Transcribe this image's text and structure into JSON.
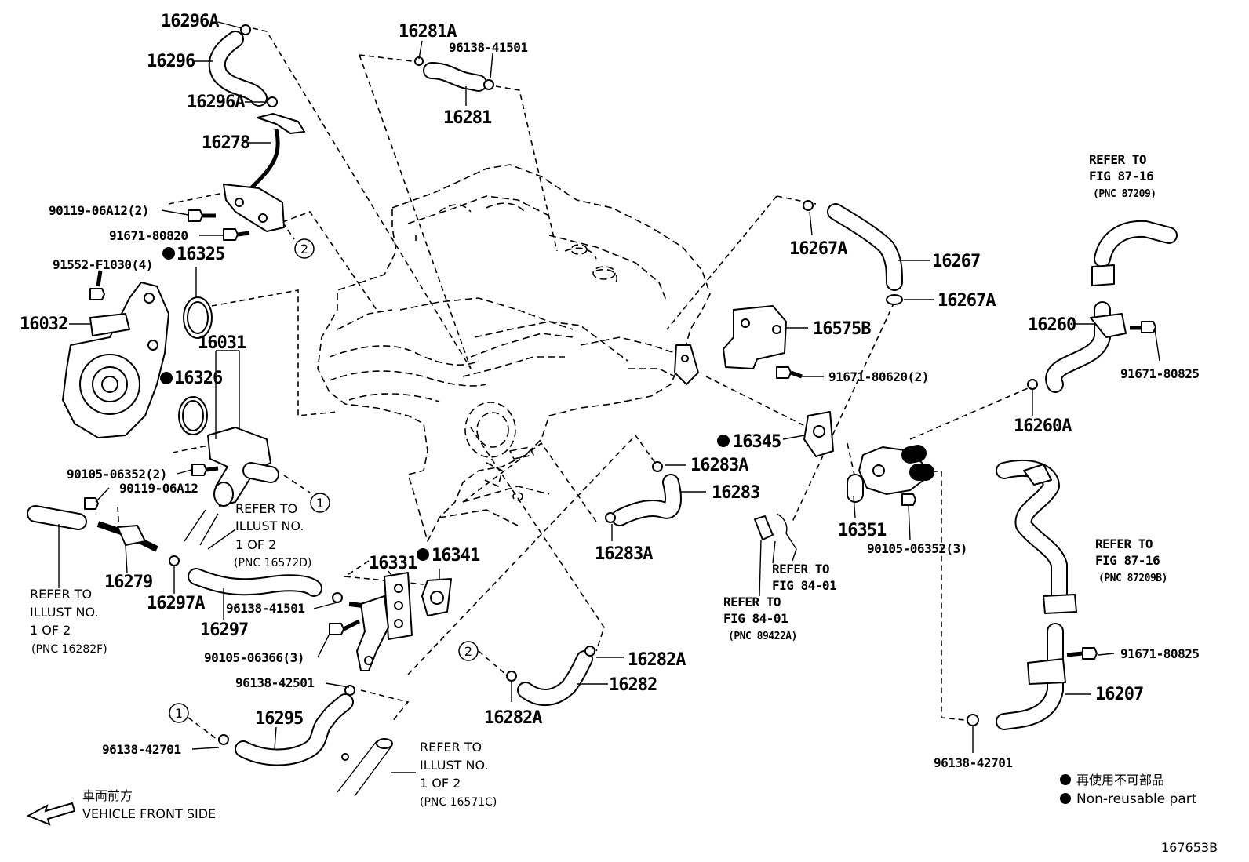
{
  "labels": {
    "p16296A_top": "16296A",
    "p16296": "16296",
    "p16296A_bot": "16296A",
    "p16278": "16278",
    "p90119_06A12_2": "90119-06A12(2)",
    "p91671_80820": "91671-80820",
    "p16325": "16325",
    "p91552": "91552-F1030(4)",
    "p16032": "16032",
    "p16031": "16031",
    "p16326": "16326",
    "p90105_06352_2": "90105-06352(2)",
    "p90119_06A12": "90119-06A12",
    "p16279": "16279",
    "p16297A": "16297A",
    "p16297": "16297",
    "p96138_41501_l": "96138-41501",
    "p90105_06366": "90105-06366(3)",
    "p96138_42501": "96138-42501",
    "p16331": "16331",
    "p16341": "16341",
    "p16295": "16295",
    "p96138_42701_l": "96138-42701",
    "p16281A": "16281A",
    "p96138_41501_t": "96138-41501",
    "p16281": "16281",
    "p16283A_t": "16283A",
    "p16283": "16283",
    "p16283A_b": "16283A",
    "p16282A_r": "16282A",
    "p16282": "16282",
    "p16282A_b": "16282A",
    "p16267A_l": "16267A",
    "p16267": "16267",
    "p16267A_r": "16267A",
    "p16575B": "16575B",
    "p91671_80620": "91671-80620(2)",
    "p16345": "16345",
    "p16351": "16351",
    "p90105_06352_3": "90105-06352(3)",
    "p16260": "16260",
    "p91671_80825_t": "91671-80825",
    "p16260A": "16260A",
    "p91671_80825_b": "91671-80825",
    "p16207": "16207",
    "p96138_42701_r": "96138-42701",
    "figure_id": "167653B"
  },
  "refer_notes": {
    "illust_16572D": [
      "REFER TO",
      "ILLUST NO.",
      "1 OF 2",
      "(PNC 16572D)"
    ],
    "illust_16282F": [
      "REFER TO",
      "ILLUST NO.",
      "1 OF 2",
      "(PNC 16282F)"
    ],
    "illust_16571C": [
      "REFER TO",
      "ILLUST NO.",
      "1 OF 2",
      "(PNC 16571C)"
    ],
    "fig_84_01_a": [
      "REFER TO",
      "FIG 84-01"
    ],
    "fig_84_01_b": [
      "REFER TO",
      "FIG 84-01",
      "(PNC 89422A)"
    ],
    "fig_87_16_a": [
      "REFER TO",
      "FIG 87-16",
      "(PNC 87209)"
    ],
    "fig_87_16_b": [
      "REFER TO",
      "FIG 87-16",
      "(PNC 87209B)"
    ]
  },
  "callouts": {
    "c1": "1",
    "c2": "2"
  },
  "legend": {
    "jp": "再使用不可部品",
    "en": "Non-reusable part",
    "front_jp": "車両前方",
    "front_en": "VEHICLE FRONT SIDE"
  }
}
